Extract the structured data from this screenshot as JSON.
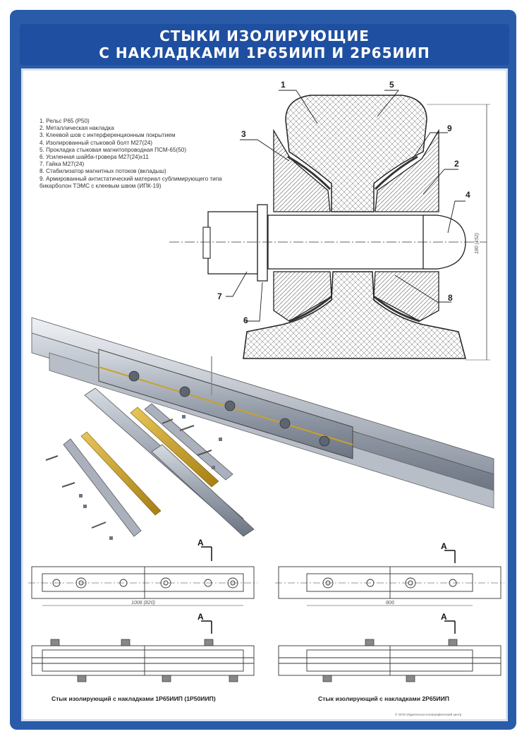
{
  "title": {
    "line1": "Стыки изолирующие",
    "line2": "с накладками 1Р65ИИП и 2Р65ИИП"
  },
  "legend": [
    "1. Рельс Р65 (Р50)",
    "2. Металлическая накладка",
    "3. Клеевой шов с интерференционным покрытием",
    "4. Изолированный стыковой болт М27(24)",
    "5. Прокладка стыковая магнитопроводная ПСМ-65(50)",
    "6. Усиленная шайба-гровера М27(24)х11",
    "7. Гайка М27(24)",
    "8. Стабилизатор магнитных потоков (вкладыш)",
    "9. Армированный антистатический материал сублимирующего типа бикарболон ТЭМС с клеевым швом (ИПК-19)"
  ],
  "callouts": [
    "1",
    "2",
    "3",
    "4",
    "5",
    "6",
    "7",
    "8",
    "9"
  ],
  "dimensions": {
    "height": "180 (152)",
    "length_left": "1006 (820)",
    "length_right": "806"
  },
  "section_mark": "А",
  "captions": {
    "left": "Стык изолирующий  с накладками 1Р65ИИП (1Р50ИИП)",
    "right": "Стык изолирующий  с накладками 2Р65ИИП"
  },
  "copyright": "© ООО Издательско-полиграфический центр",
  "colors": {
    "frame": "#2a5ba8",
    "header": "#1f4fa0",
    "metal": "#a9b0bb",
    "insulator": "#c9a227"
  }
}
